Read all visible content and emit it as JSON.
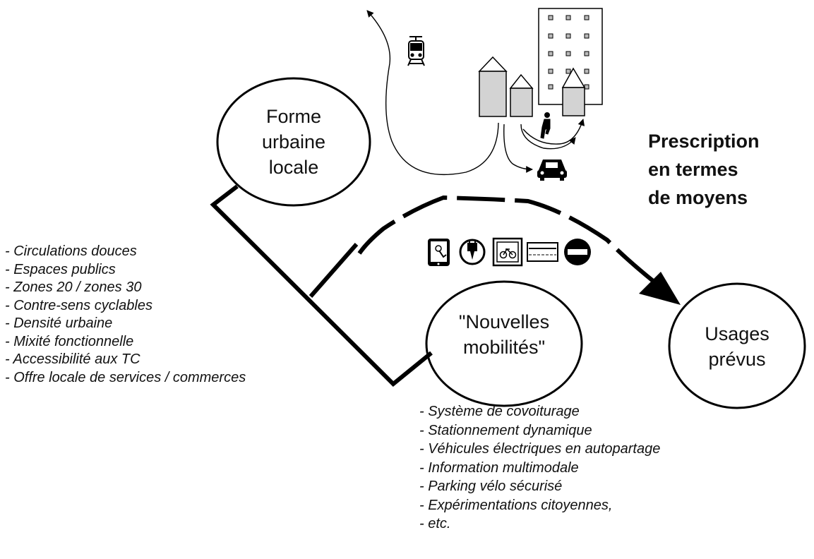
{
  "nodes": {
    "forme_urbaine": [
      "Forme",
      "urbaine",
      "locale"
    ],
    "nouvelles_mobilites": [
      "\"Nouvelles",
      "mobilités\""
    ],
    "usages_prevus": [
      "Usages",
      "prévus"
    ]
  },
  "title": [
    "Prescription",
    "en termes",
    "de moyens"
  ],
  "forme_urbaine_list": [
    "- Circulations douces",
    "- Espaces publics",
    "- Zones 20 / zones 30",
    "- Contre-sens cyclables",
    "- Densité urbaine",
    "- Mixité fonctionnelle",
    "- Accessibilité aux TC",
    "- Offre locale de services / commerces"
  ],
  "nouvelles_mobilites_list": [
    "- Système de covoiturage",
    "- Stationnement dynamique",
    "- Véhicules électriques en autopartage",
    "- Information multimodale",
    "- Parking vélo sécurisé",
    "- Expérimentations citoyennes,",
    "- etc."
  ],
  "icons": {
    "top_scene": [
      "tram-icon",
      "building-icon",
      "pedestrian-icon",
      "car-icon"
    ],
    "mobility_row": [
      "smartphone-icon",
      "ev-charging-icon",
      "bike-parking-icon",
      "card-icon",
      "no-entry-icon"
    ]
  },
  "colors": {
    "line": "#000000",
    "building_fill": "#d3d3d3",
    "window_fill": "#bbbbbb"
  }
}
